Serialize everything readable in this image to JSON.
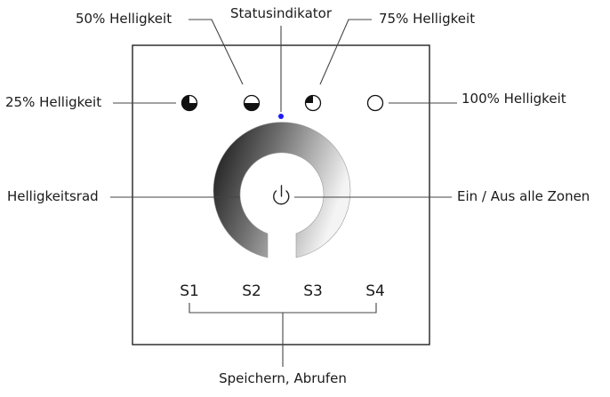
{
  "labels": {
    "status_indicator": "Statusindikator",
    "brightness_50": "50% Helligkeit",
    "brightness_75": "75% Helligkeit",
    "brightness_25": "25% Helligkeit",
    "brightness_100": "100% Helligkeit",
    "brightness_wheel": "Helligkeitsrad",
    "power_all_zones": "Ein / Aus alle Zonen",
    "save_recall": "Speichern, Abrufen"
  },
  "scene_buttons": [
    "S1",
    "S2",
    "S3",
    "S4"
  ],
  "brightness_icons": [
    {
      "name": "brightness-25-icon",
      "fill_fraction": 0.75
    },
    {
      "name": "brightness-50-icon",
      "fill_fraction": 0.5
    },
    {
      "name": "brightness-75-icon",
      "fill_fraction": 0.25
    },
    {
      "name": "brightness-100-icon",
      "fill_fraction": 0
    }
  ],
  "colors": {
    "status_led": "#1a1aff",
    "wheel_dark": "#111111",
    "wheel_light": "#f2f2f2",
    "line": "#333333"
  },
  "icons": {
    "power": "power-icon"
  }
}
